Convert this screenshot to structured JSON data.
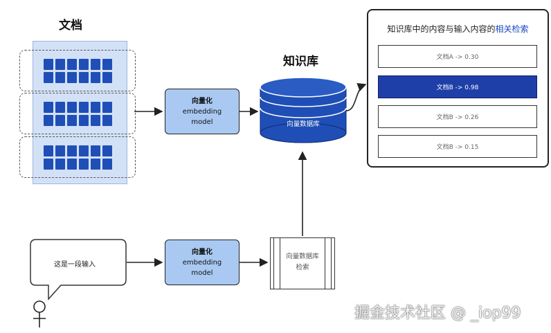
{
  "documents": {
    "title": "文档"
  },
  "knowledge_base": {
    "title": "知识库",
    "db_label": "向量数据库"
  },
  "embed_top": {
    "line1": "向量化",
    "line2": "embedding",
    "line3": "model"
  },
  "embed_bottom": {
    "line1": "向量化",
    "line2": "embedding",
    "line3": "model"
  },
  "results": {
    "title_prefix": "知识库中的内容与输入内容的",
    "title_highlight": "相关检索",
    "items": [
      {
        "label": "文档A -> 0.30",
        "selected": false
      },
      {
        "label": "文档B -> 0.98",
        "selected": true
      },
      {
        "label": "文档B -> 0.26",
        "selected": false
      },
      {
        "label": "文档B -> 0.15",
        "selected": false
      }
    ]
  },
  "input": {
    "text": "这是一段输入"
  },
  "vector_search": {
    "line1": "向量数据库",
    "line2": "检索"
  },
  "watermark": {
    "text": "掘金技术社区 @ _iop99"
  },
  "colors": {
    "accent": "#1f4fb6",
    "embed_fill": "#a9c9f2",
    "highlight": "#1c46c0"
  }
}
